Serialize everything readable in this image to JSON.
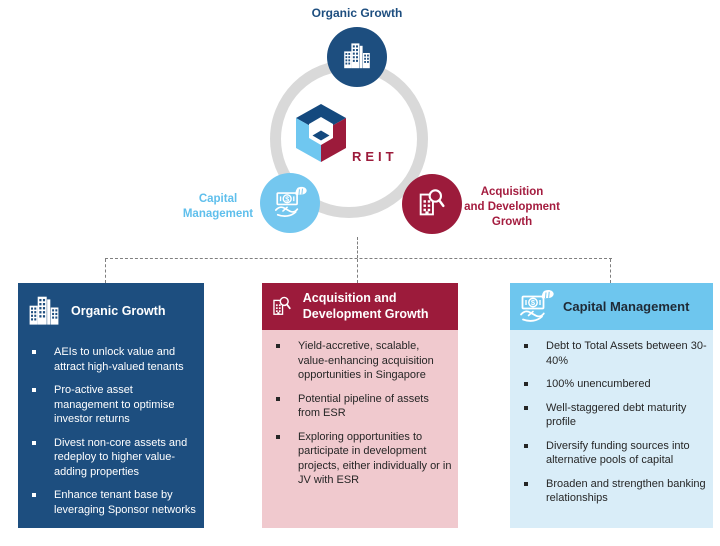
{
  "colors": {
    "dark_blue": "#1D4E7F",
    "maroon": "#9C1B3B",
    "light_blue_circle": "#74C7EF",
    "label_light_blue": "#5FBFEC",
    "label_maroon": "#A41C3F",
    "capital_header_blue": "#6EC6EE",
    "pink_body": "#F0C9CE",
    "pale_blue_body": "#D9EDF8",
    "ring_gray": "#D9D9D9",
    "connector_gray": "#7F7F7F",
    "body_text": "#262626"
  },
  "diagram": {
    "top_label": "Organic Growth",
    "logo_text": "REIT",
    "capital_label_lines": [
      "Capital",
      "Management"
    ],
    "acquisition_label_lines": [
      "Acquisition",
      "and Development",
      "Growth"
    ],
    "icons": {
      "organic": "buildings-icon",
      "capital": "cash-in-hand-icon",
      "acquisition": "building-magnifier-icon"
    }
  },
  "boxes": [
    {
      "title": "Organic Growth",
      "icon": "buildings-icon",
      "bullets": [
        "AEIs to unlock value and attract high-valued tenants",
        "Pro-active asset management to optimise investor returns",
        "Divest non-core assets and redeploy to higher value-adding properties",
        "Enhance tenant base by leveraging Sponsor networks"
      ]
    },
    {
      "title": "Acquisition and Development Growth",
      "icon": "building-magnifier-icon",
      "bullets": [
        "Yield-accretive, scalable, value-enhancing acquisition opportunities in Singapore",
        "Potential pipeline of assets from ESR",
        "Exploring opportunities to participate in development projects, either individually or in JV with ESR"
      ]
    },
    {
      "title": "Capital Management",
      "icon": "cash-in-hand-icon",
      "bullets": [
        "Debt to Total Assets between 30- 40%",
        "100% unencumbered",
        "Well-staggered debt maturity profile",
        "Diversify funding sources into alternative pools of capital",
        "Broaden and strengthen banking relationships"
      ]
    }
  ]
}
